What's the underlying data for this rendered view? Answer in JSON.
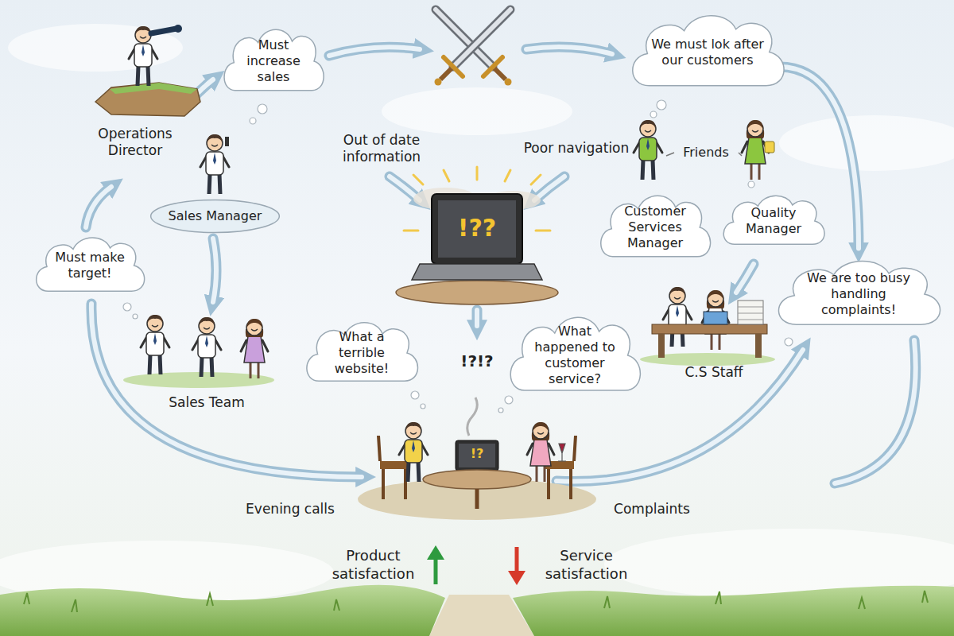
{
  "diagram": {
    "nodes": [
      {
        "text": [
          "Must increase sales"
        ]
      },
      {
        "text": [
          "We must lok after our customers"
        ]
      },
      {
        "text": [
          "Sales Manager"
        ]
      },
      {
        "text": [
          "Customer Services Manager"
        ]
      },
      {
        "text": [
          "Quality Manager"
        ]
      },
      {
        "text": [
          "Must make target!"
        ]
      },
      {
        "text": [
          "We are too busy handling complaints!"
        ]
      },
      {
        "text": [
          "What a terrible website!"
        ]
      },
      {
        "text": [
          "What happened to customer service?"
        ]
      }
    ],
    "edges": [
      {
        "from": 1,
        "to": 6,
        "arrow": "to"
      }
    ],
    "labels": [
      "Operations Director",
      "Out of date information",
      "Poor navigation",
      "Friends",
      "!??",
      "!?!?",
      "Sales Team",
      "C.S Staff",
      "Evening calls",
      "!?",
      "Complaints",
      "Product satisfaction",
      "Service satisfaction"
    ]
  }
}
